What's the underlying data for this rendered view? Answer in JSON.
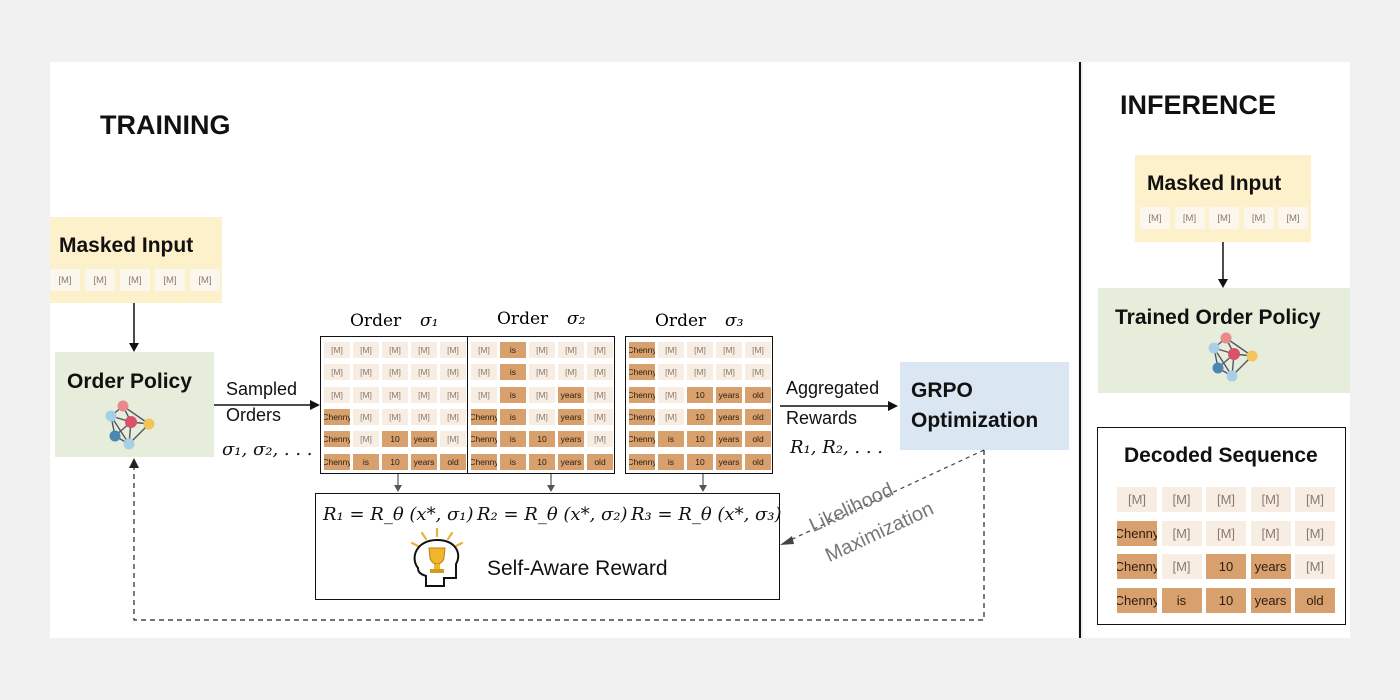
{
  "training": {
    "title": "TRAINING",
    "masked_input": {
      "label": "Masked Input",
      "tokens": [
        "[M]",
        "[M]",
        "[M]",
        "[M]",
        "[M]"
      ]
    },
    "order_policy": {
      "label": "Order Policy"
    },
    "sampled": {
      "line1": "Sampled",
      "line2": "Orders",
      "sigma": "σ₁, σ₂, . . ."
    },
    "orders": [
      {
        "label": "Order",
        "sigma": "σ₁",
        "rows": [
          [
            "[M]",
            "[M]",
            "[M]",
            "[M]",
            "[M]"
          ],
          [
            "[M]",
            "[M]",
            "[M]",
            "[M]",
            "[M]"
          ],
          [
            "[M]",
            "[M]",
            "[M]",
            "[M]",
            "[M]"
          ],
          [
            "Chenny",
            "[M]",
            "[M]",
            "[M]",
            "[M]"
          ],
          [
            "Chenny",
            "[M]",
            "10",
            "years",
            "[M]"
          ],
          [
            "Chenny",
            "is",
            "10",
            "years",
            "old"
          ]
        ]
      },
      {
        "label": "Order",
        "sigma": "σ₂",
        "rows": [
          [
            "[M]",
            "is",
            "[M]",
            "[M]",
            "[M]"
          ],
          [
            "[M]",
            "is",
            "[M]",
            "[M]",
            "[M]"
          ],
          [
            "[M]",
            "is",
            "[M]",
            "years",
            "[M]"
          ],
          [
            "Chenny",
            "is",
            "[M]",
            "years",
            "[M]"
          ],
          [
            "Chenny",
            "is",
            "10",
            "years",
            "[M]"
          ],
          [
            "Chenny",
            "is",
            "10",
            "years",
            "old"
          ]
        ]
      },
      {
        "label": "Order",
        "sigma": "σ₃",
        "rows": [
          [
            "Chenny",
            "[M]",
            "[M]",
            "[M]",
            "[M]"
          ],
          [
            "Chenny",
            "[M]",
            "[M]",
            "[M]",
            "[M]"
          ],
          [
            "Chenny",
            "[M]",
            "10",
            "years",
            "old"
          ],
          [
            "Chenny",
            "[M]",
            "10",
            "years",
            "old"
          ],
          [
            "Chenny",
            "is",
            "10",
            "years",
            "old"
          ],
          [
            "Chenny",
            "is",
            "10",
            "years",
            "old"
          ]
        ]
      }
    ],
    "rewards": [
      "R₁ = R_θ (x*, σ₁)",
      "R₂ = R_θ (x*, σ₂)",
      "R₃ = R_θ (x*, σ₃)"
    ],
    "self_aware_reward": "Self-Aware Reward",
    "aggregated": {
      "line1": "Aggregated",
      "line2": "Rewards",
      "r": "R₁, R₂, . . ."
    },
    "grpo": {
      "line1": "GRPO",
      "line2": "Optimization"
    },
    "likelihood": {
      "line1": "Likelihood",
      "line2": "Maximization"
    }
  },
  "inference": {
    "title": "INFERENCE",
    "masked_input": {
      "label": "Masked Input",
      "tokens": [
        "[M]",
        "[M]",
        "[M]",
        "[M]",
        "[M]"
      ]
    },
    "trained_policy": {
      "label": "Trained Order Policy"
    },
    "decoded": {
      "label": "Decoded Sequence",
      "rows": [
        [
          "[M]",
          "[M]",
          "[M]",
          "[M]",
          "[M]"
        ],
        [
          "Chenny",
          "[M]",
          "[M]",
          "[M]",
          "[M]"
        ],
        [
          "Chenny",
          "[M]",
          "10",
          "years",
          "[M]"
        ],
        [
          "Chenny",
          "is",
          "10",
          "years",
          "old"
        ]
      ]
    }
  },
  "colors": {
    "masked": "#fdf1cc",
    "policy": "#e6eedb",
    "grpo": "#dbe6f3",
    "token": "#f7ede3",
    "filled": "#d8a06c"
  }
}
